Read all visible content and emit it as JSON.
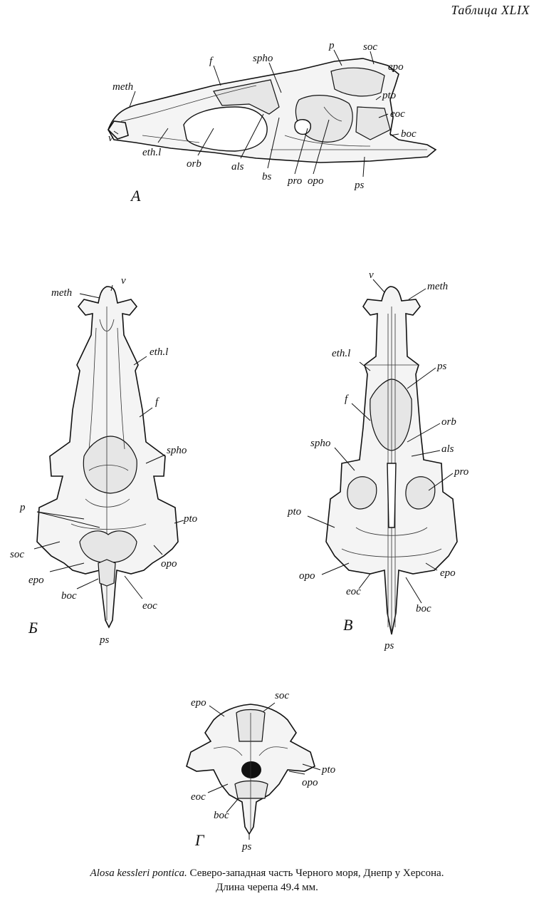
{
  "plate_title": "Таблица XLIX",
  "figures": {
    "A": {
      "letter": "А",
      "labels": {
        "meth": "meth",
        "f": "f",
        "spho": "spho",
        "p": "p",
        "soc": "soc",
        "epo": "epo",
        "pto": "pto",
        "eoc": "eoc",
        "boc": "boc",
        "v": "v",
        "eth_l": "eth.l",
        "orb": "orb",
        "als": "als",
        "bs": "bs",
        "pro": "pro",
        "opo": "opo",
        "ps": "ps"
      }
    },
    "B": {
      "letter": "Б",
      "labels": {
        "v": "v",
        "meth": "meth",
        "eth_l": "eth.l",
        "f": "f",
        "spho": "spho",
        "p": "p",
        "pto": "pto",
        "soc": "soc",
        "opo": "opo",
        "epo": "epo",
        "boc": "boc",
        "eoc": "eoc",
        "ps": "ps"
      }
    },
    "V": {
      "letter": "В",
      "labels": {
        "v": "v",
        "meth": "meth",
        "eth_l": "eth.l",
        "ps_top": "ps",
        "f": "f",
        "orb": "orb",
        "als": "als",
        "spho": "spho",
        "pro": "pro",
        "pto": "pto",
        "opo": "opo",
        "eoc": "eoc",
        "epo": "epo",
        "boc": "boc",
        "ps": "ps"
      }
    },
    "G": {
      "letter": "Г",
      "labels": {
        "epo": "epo",
        "soc": "soc",
        "pto": "pto",
        "opo": "opo",
        "eoc": "eoc",
        "boc": "boc",
        "ps": "ps"
      }
    }
  },
  "caption": {
    "species": "Alosa kessleri pontica.",
    "locality": "Северо-западная часть Черного моря, Днепр у Херсона.",
    "measure": "Длина черепа  49.4 мм."
  }
}
